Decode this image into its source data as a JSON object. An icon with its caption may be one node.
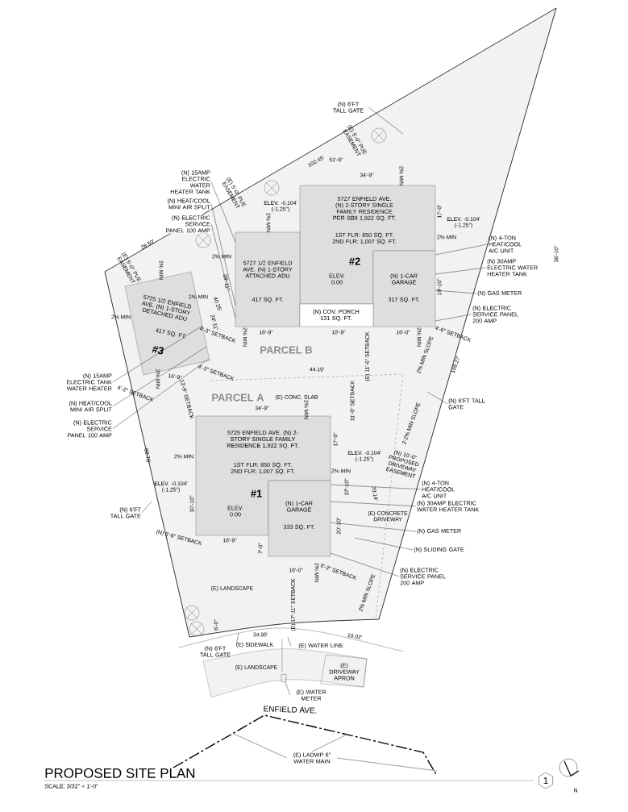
{
  "diagram": {
    "title": "PROPOSED SITE PLAN",
    "caption": "SCALE: 3/32\" = 1'-0\"",
    "nodes": [
      {
        "text": [
          "5727 ENFIELD AVE. (N) 2-STORY SINGLE FAMILY RESIDENCE PER SB9 1,922 SQ. FT.",
          "1ST FLR: 850 SQ. FT. 2ND FLR: 1,007 SQ. FT.",
          "#2",
          "ELEV. 0.00"
        ]
      },
      {
        "text": [
          "(N) 1-CAR GARAGE",
          "317 SQ. FT."
        ]
      },
      {
        "text": [
          "5727 1/2 ENFIELD AVE. (N) 1-STORY ATTACHED ADU",
          "417 SQ. FT."
        ]
      },
      {
        "text": [
          "(N) COV. PORCH 131 SQ. FT."
        ]
      },
      {
        "text": [
          "5725 1/2 ENFIELD AVE. (N) 1-STORY DETACHED ADU",
          "417 SQ. FT.",
          "#3"
        ]
      },
      {
        "text": [
          "5725 ENFIELD AVE. (N) 2-STORY SINGLE FAMILY RESIDENCE 1,922 SQ. FT.",
          "1ST FLR: 850 SQ. FT. 2ND FLR: 1,007 SQ. FT.",
          "#1",
          "ELEV. 0.00"
        ]
      },
      {
        "text": [
          "(N) 1-CAR GARAGE",
          "333 SQ. FT."
        ]
      },
      {
        "text": [
          "(E) DRIVEWAY APRON"
        ]
      },
      {
        "text": [
          "1"
        ]
      },
      {
        "text": [
          "(N) 6'FT TALL GATE"
        ]
      },
      {
        "text": [
          "(N) 15AMP ELECTRIC WATER HEATER TANK"
        ]
      },
      {
        "text": [
          "(N) HEAT/COOL MINI AIR SPLIT"
        ]
      },
      {
        "text": [
          "(N) ELECTRIC SERVICE PANEL 100 AMP"
        ]
      },
      {
        "text": [
          "(N) 4-TON HEAT/COOL A/C UNIT"
        ]
      },
      {
        "text": [
          "(N) 30AMP ELECTRIC WATER HEATER TANK"
        ]
      },
      {
        "text": [
          "(N) GAS METER"
        ]
      },
      {
        "text": [
          "(N) ELECTRIC SERVICE PANEL 200 AMP"
        ]
      },
      {
        "text": [
          "(N) 15AMP ELECTRIC TANK WATER HEATER"
        ]
      },
      {
        "text": [
          "(N) HEAT/COOL MINI AIR SPLIT"
        ]
      },
      {
        "text": [
          "(N) ELECTRIC SERVICE PANEL 100 AMP"
        ]
      },
      {
        "text": [
          "(N) 6'FT TALL GATE"
        ]
      },
      {
        "text": [
          "(N) 4-TON HEAT/COOL A/C UNIT"
        ]
      },
      {
        "text": [
          "(N) 30AMP ELECTRIC WATER HEATER TANK"
        ]
      },
      {
        "text": [
          "(N) GAS METER"
        ]
      },
      {
        "text": [
          "(N) SLIDING GATE"
        ]
      },
      {
        "text": [
          "(N) ELECTRIC SERVICE PANEL 200 AMP"
        ]
      },
      {
        "text": [
          "(N) 6'FT TALL GATE"
        ]
      },
      {
        "text": [
          "(N) 6'FT TALL GATE"
        ]
      },
      {
        "text": [
          "(E) WATER LINE"
        ]
      },
      {
        "text": [
          "(E) WATER METER"
        ]
      },
      {
        "text": [
          "(E) LADWP 6\" WATER MAIN"
        ]
      },
      {
        "text": [],
        "shape": "box"
      }
    ],
    "edges": [
      {
        "from": 9,
        "to": null,
        "arrow": "none"
      },
      {
        "from": 10,
        "to": 2,
        "arrow": "none"
      },
      {
        "from": 11,
        "to": 2,
        "arrow": "none"
      },
      {
        "from": 12,
        "to": 2,
        "arrow": "none"
      },
      {
        "from": 13,
        "to": 1,
        "arrow": "none"
      },
      {
        "from": 14,
        "to": 1,
        "arrow": "none"
      },
      {
        "from": 15,
        "to": 1,
        "arrow": "none"
      },
      {
        "from": 16,
        "to": 1,
        "arrow": "none"
      },
      {
        "from": 17,
        "to": 4,
        "arrow": "none"
      },
      {
        "from": 18,
        "to": 4,
        "arrow": "none"
      },
      {
        "from": 19,
        "to": 4,
        "arrow": "none"
      },
      {
        "from": 20,
        "to": null,
        "arrow": "none"
      },
      {
        "from": 21,
        "to": 6,
        "arrow": "none"
      },
      {
        "from": 22,
        "to": 6,
        "arrow": "none"
      },
      {
        "from": 23,
        "to": 6,
        "arrow": "none"
      },
      {
        "from": 24,
        "to": null,
        "arrow": "none"
      },
      {
        "from": 25,
        "to": 6,
        "arrow": "none"
      },
      {
        "from": 26,
        "to": null,
        "arrow": "none"
      },
      {
        "from": 27,
        "to": null,
        "arrow": "none"
      },
      {
        "from": 28,
        "to": null,
        "arrow": "none"
      },
      {
        "from": 29,
        "to": 31,
        "arrow": "none"
      },
      {
        "from": 30,
        "to": null,
        "arrow": "none"
      },
      {
        "from": 30,
        "to": null,
        "arrow": "none"
      },
      {
        "from": 30,
        "to": null,
        "arrow": "none"
      }
    ],
    "labels": [
      "(E) 5'-0\" PUE EASEMENT",
      "102.45'",
      "51'-6\"",
      "34'-9\"",
      "2% MIN",
      "(E) 5'-0\" PUE EASEMENT",
      "ELEV. -0.104' (-1.25\")",
      "17'-0\"",
      "2% MIN",
      "ELEV. -0.104' (-1.25\")",
      "2% MIN",
      "28.50'",
      "36'-10\"",
      "2% MIN",
      "(E) 5'-0\" PUE EASEMENT",
      "2% MIN",
      "28'-11\"",
      "19'-10\"",
      "2% MIN",
      "40.25'",
      "2% MIN",
      "24'-11\"",
      "4'-3\" SETBACK",
      "2% MIN",
      "16'-9\"",
      "18'-9\"",
      "16'-0\"",
      "2% MIN",
      "4'-6\" SETBACK",
      "PARCEL B",
      "(E) 11'-6\" SETBACK",
      "2% MIN SLOPE",
      "169.27'",
      "2% MIN",
      "16'-9\"",
      "4'-3\" SETBACK",
      "44.19'",
      "4'-2\" SETBACK",
      "13'-9\" SETBACK",
      "PARCEL A",
      "(E) CONC. SLAB",
      "11'-0\" SETBACK",
      "34'-9\"",
      "2% MIN",
      "2-2% MIN SLOPE",
      "17'-0\"",
      "80.78'",
      "2% MIN",
      "ELEV. -0.104' (-1.25\")",
      "(N) 10'-0\" PROPOSED DRIVEWAY EASEMENT",
      "2% MIN",
      "30'-10\"",
      "37'-10\"",
      "ELEV. -0.104' (-1.25\")",
      "70.14'",
      "(E) CONCRETE DRIVEWAY",
      "20'-10\"",
      "(N) 6'-6\" SETBACK",
      "18'-9\"",
      "7'-0\"",
      "16'-0\"",
      "2% MIN",
      "5'-2\" SETBACK",
      "(E) LANDSCAPE",
      "2% MIN SLOPE",
      "(E) 17'-11\" SETBACK",
      "6'-0\"",
      "34.98'",
      "10.02'",
      "(E) SIDEWALK",
      "(E) LANDSCAPE",
      "ENFIELD AVE.",
      "N"
    ]
  }
}
